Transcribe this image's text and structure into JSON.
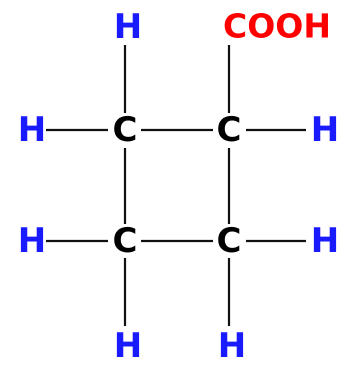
{
  "molecule": {
    "carbon_label": "C",
    "hydrogen_label": "H",
    "carboxyl_label": "COOH",
    "colors": {
      "carbon": "#000000",
      "hydrogen": "#1a1aff",
      "carboxyl": "#ff0000",
      "bond": "#111111"
    }
  }
}
